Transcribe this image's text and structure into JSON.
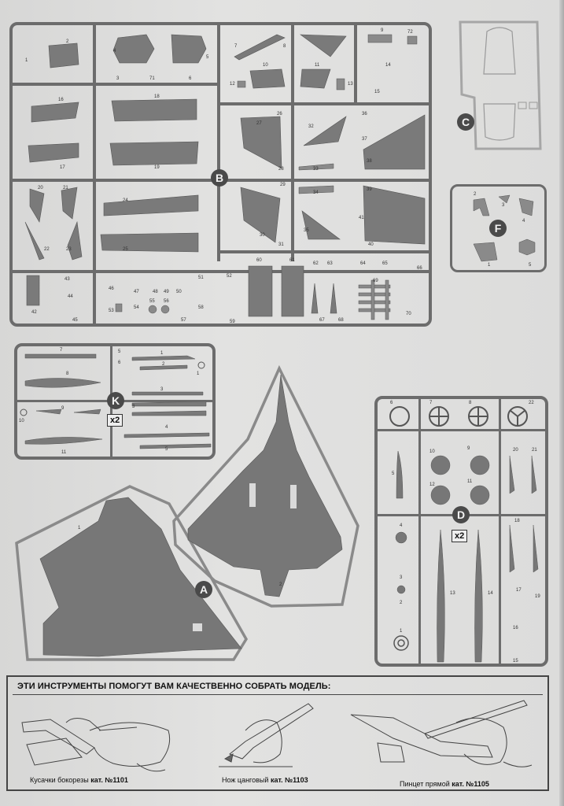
{
  "sprues": [
    {
      "letter": "B"
    },
    {
      "letter": "C"
    },
    {
      "letter": "F"
    },
    {
      "letter": "K",
      "multiplier": "x2"
    },
    {
      "letter": "A"
    },
    {
      "letter": "D",
      "multiplier": "x2"
    }
  ],
  "part_numbers": {
    "B": [
      "1",
      "2",
      "3",
      "4",
      "5",
      "6",
      "7",
      "8",
      "9",
      "10",
      "11",
      "12",
      "13",
      "14",
      "15",
      "16",
      "17",
      "18",
      "19",
      "20",
      "21",
      "22",
      "23",
      "24",
      "25",
      "26",
      "27",
      "28",
      "29",
      "30",
      "31",
      "32",
      "33",
      "34",
      "35",
      "36",
      "37",
      "38",
      "39",
      "40",
      "41",
      "42",
      "43",
      "44",
      "45",
      "46",
      "47",
      "48",
      "49",
      "50",
      "51",
      "52",
      "53",
      "54",
      "55",
      "56",
      "57",
      "58",
      "59",
      "60",
      "61",
      "62",
      "63",
      "64",
      "65",
      "66",
      "67",
      "68",
      "69",
      "70",
      "71",
      "72"
    ],
    "F": [
      "1",
      "2",
      "3",
      "4",
      "5"
    ],
    "K": [
      "1",
      "2",
      "3",
      "4",
      "5",
      "6",
      "7",
      "8",
      "9",
      "10",
      "11"
    ],
    "A": [
      "1",
      "2"
    ],
    "D": [
      "1",
      "2",
      "3",
      "4",
      "5",
      "6",
      "7",
      "8",
      "9",
      "10",
      "11",
      "12",
      "13",
      "14",
      "15",
      "16",
      "17",
      "18",
      "19",
      "20",
      "21",
      "22"
    ]
  },
  "tools": {
    "heading": "ЭТИ ИНСТРУМЕНТЫ ПОМОГУТ ВАМ КАЧЕСТВЕННО СОБРАТЬ МОДЕЛЬ:",
    "items": [
      {
        "name": "Кусачки бокорезы",
        "catalog": "кат. №1101"
      },
      {
        "name": "Нож цанговый",
        "catalog": "кат. №1103"
      },
      {
        "name": "Пинцет прямой",
        "catalog": "кат. №1105"
      }
    ]
  }
}
